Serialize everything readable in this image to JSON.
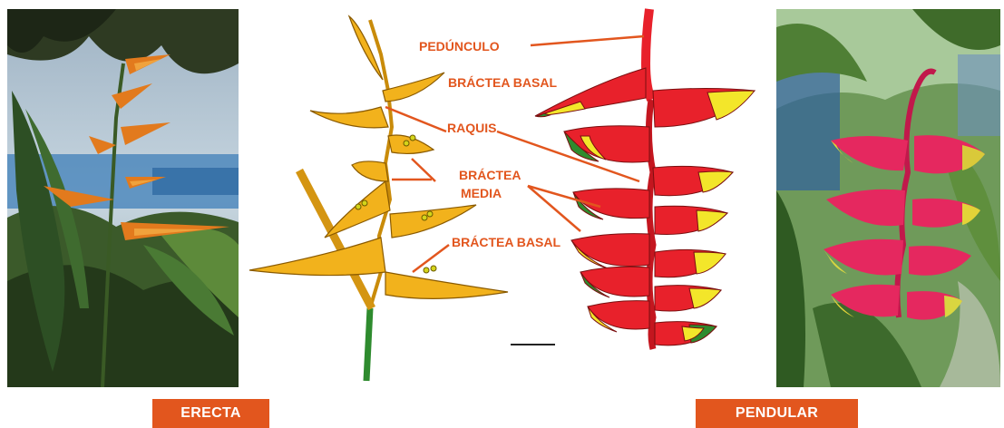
{
  "labels": {
    "peduncle": "PEDÚNCULO",
    "basal_bract_top": "BRÁCTEA BASAL",
    "rachis": "RAQUIS",
    "middle_bract_line1": "BRÁCTEA",
    "middle_bract_line2": "MEDIA",
    "basal_bract_bottom": "BRÁCTEA BASAL"
  },
  "tags": {
    "left": "ERECTA",
    "right": "PENDULAR"
  },
  "colors": {
    "label_orange": "#e2561e",
    "erect_bract_yellow": "#f2b21c",
    "pendant_bract_red": "#e8212b",
    "pendant_bract_yellow": "#f3e62a",
    "stem_green": "#2e8b2e"
  }
}
